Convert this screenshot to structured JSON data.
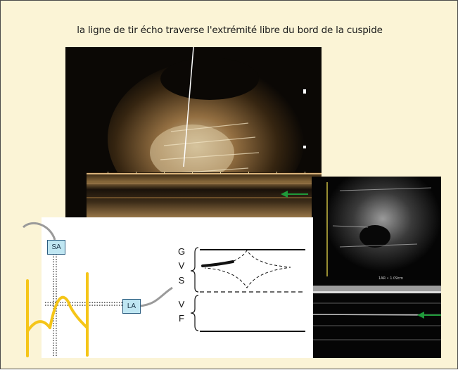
{
  "caption": "la ligne de tir écho traverse l'extrémité libre du bord de la cuspide",
  "probes": {
    "short_axis": "SA",
    "long_axis": "LA"
  },
  "layers": {
    "top": [
      "G",
      "V",
      "S"
    ],
    "bottom": [
      "V",
      "F"
    ]
  },
  "colors": {
    "background": "#fbf4d6",
    "valve_outline": "#f5c518",
    "probe_box": "#bfe6f2",
    "arrow": "#1f9a3a"
  }
}
